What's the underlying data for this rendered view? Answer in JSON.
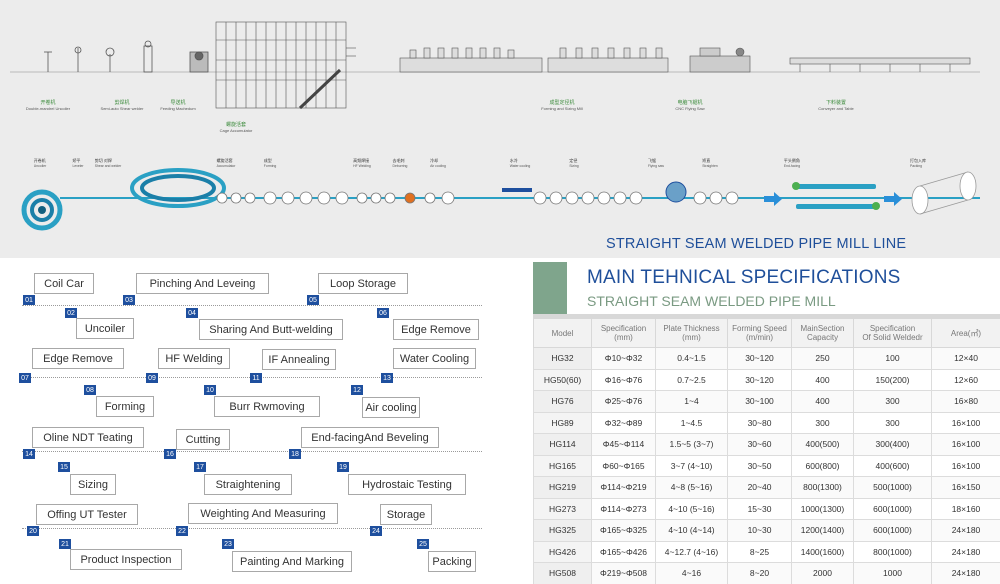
{
  "diagram_title": "STRAIGHT SEAM WELDED PIPE MILL LINE",
  "machines": [
    {
      "cn": "开卷机",
      "en": "Double-mandrel Uncoiler"
    },
    {
      "cn": "剪焊机",
      "en": "Semi-auto Shear welder"
    },
    {
      "cn": "导送机",
      "en": "Feeding Machedum"
    },
    {
      "cn": "螺旋活套",
      "en": "Cage Accumulator"
    },
    {
      "cn": "成型定径机",
      "en": "Forming and Sizing Mill"
    },
    {
      "cn": "电脑飞锯机",
      "en": "CNC Flying Saw"
    },
    {
      "cn": "下料装置",
      "en": "Conveyer and Table"
    }
  ],
  "process_labels": [
    {
      "cn": "开卷机",
      "en": "Uncoiler"
    },
    {
      "cn": "矫平",
      "en": "Leveler"
    },
    {
      "cn": "剪切 对焊",
      "en": "Shear and welder"
    },
    {
      "cn": "螺旋活套",
      "en": "Accumulator"
    },
    {
      "cn": "成型",
      "en": "Forming"
    },
    {
      "cn": "高频焊接",
      "en": "HF Welding"
    },
    {
      "cn": "去毛刺",
      "en": "Deburring"
    },
    {
      "cn": "冷却",
      "en": "Air cooling"
    },
    {
      "cn": "水冷",
      "en": "Water cooling"
    },
    {
      "cn": "定径",
      "en": "Sizing"
    },
    {
      "cn": "飞锯",
      "en": "Flying saw"
    },
    {
      "cn": "矫直",
      "en": "Straighten"
    },
    {
      "cn": "平头倒角",
      "en": "End-facing"
    },
    {
      "cn": "打包入库",
      "en": "Packing"
    }
  ],
  "process_steps": [
    {
      "num": "01",
      "label": "Coil Car"
    },
    {
      "num": "02",
      "label": "Uncoiler"
    },
    {
      "num": "03",
      "label": "Pinching And Leveing"
    },
    {
      "num": "04",
      "label": "Sharing And Butt-welding"
    },
    {
      "num": "05",
      "label": "Loop Storage"
    },
    {
      "num": "06",
      "label": "Edge Remove"
    },
    {
      "num": "07",
      "label": "Edge Remove"
    },
    {
      "num": "08",
      "label": "Forming"
    },
    {
      "num": "09",
      "label": "HF Welding"
    },
    {
      "num": "10",
      "label": "Burr Rwmoving"
    },
    {
      "num": "11",
      "label": "IF Annealing"
    },
    {
      "num": "12",
      "label": "Air cooling"
    },
    {
      "num": "13",
      "label": "Water Cooling"
    },
    {
      "num": "14",
      "label": "Oline NDT Teating"
    },
    {
      "num": "15",
      "label": "Sizing"
    },
    {
      "num": "16",
      "label": "Cutting"
    },
    {
      "num": "17",
      "label": "Straightening"
    },
    {
      "num": "18",
      "label": "End-facingAnd Beveling"
    },
    {
      "num": "19",
      "label": "Hydrostaic Testing"
    },
    {
      "num": "20",
      "label": "Offing UT Tester"
    },
    {
      "num": "21",
      "label": "Product Inspection"
    },
    {
      "num": "22",
      "label": "Weighting And Measuring"
    },
    {
      "num": "23",
      "label": "Painting And Marking"
    },
    {
      "num": "24",
      "label": "Storage"
    },
    {
      "num": "25",
      "label": "Packing"
    }
  ],
  "specs": {
    "title": "MAIN TEHNICAL SPECIFICATIONS",
    "subtitle": "STRAIGHT SEAM WELDED PIPE MILL",
    "headers": [
      [
        "Model"
      ],
      [
        "Specification",
        "(mm)"
      ],
      [
        "Plate Thickness",
        "(mm)"
      ],
      [
        "Forming Speed",
        "(m/min)"
      ],
      [
        "MainSection",
        "Capacity"
      ],
      [
        "Specification",
        "Of Solid Weldedr"
      ],
      [
        "Area(㎡)"
      ]
    ],
    "rows": [
      [
        "HG32",
        "Φ10~Φ32",
        "0.4~1.5",
        "30~120",
        "250",
        "100",
        "12×40"
      ],
      [
        "HG50(60)",
        "Φ16~Φ76",
        "0.7~2.5",
        "30~120",
        "400",
        "150(200)",
        "12×60"
      ],
      [
        "HG76",
        "Φ25~Φ76",
        "1~4",
        "30~100",
        "400",
        "300",
        "16×80"
      ],
      [
        "HG89",
        "Φ32~Φ89",
        "1~4.5",
        "30~80",
        "300",
        "300",
        "16×100"
      ],
      [
        "HG114",
        "Φ45~Φ114",
        "1.5~5 (3~7)",
        "30~60",
        "400(500)",
        "300(400)",
        "16×100"
      ],
      [
        "HG165",
        "Φ60~Φ165",
        "3~7 (4~10)",
        "30~50",
        "600(800)",
        "400(600)",
        "16×100"
      ],
      [
        "HG219",
        "Φ114~Φ219",
        "4~8 (5~16)",
        "20~40",
        "800(1300)",
        "500(1000)",
        "16×150"
      ],
      [
        "HG273",
        "Φ114~Φ273",
        "4~10 (5~16)",
        "15~30",
        "1000(1300)",
        "600(1000)",
        "18×160"
      ],
      [
        "HG325",
        "Φ165~Φ325",
        "4~10 (4~14)",
        "10~30",
        "1200(1400)",
        "600(1000)",
        "24×180"
      ],
      [
        "HG426",
        "Φ165~Φ426",
        "4~12.7 (4~16)",
        "8~25",
        "1400(1600)",
        "800(1000)",
        "24×180"
      ],
      [
        "HG508",
        "Φ219~Φ508",
        "4~16",
        "8~20",
        "2000",
        "1000",
        "24×180"
      ]
    ]
  },
  "colors": {
    "accent_blue": "#1e4f9e",
    "strip_teal": "#2aa0c4",
    "green_block": "#7fa58c",
    "arrow_blue": "#2a8fd8"
  }
}
